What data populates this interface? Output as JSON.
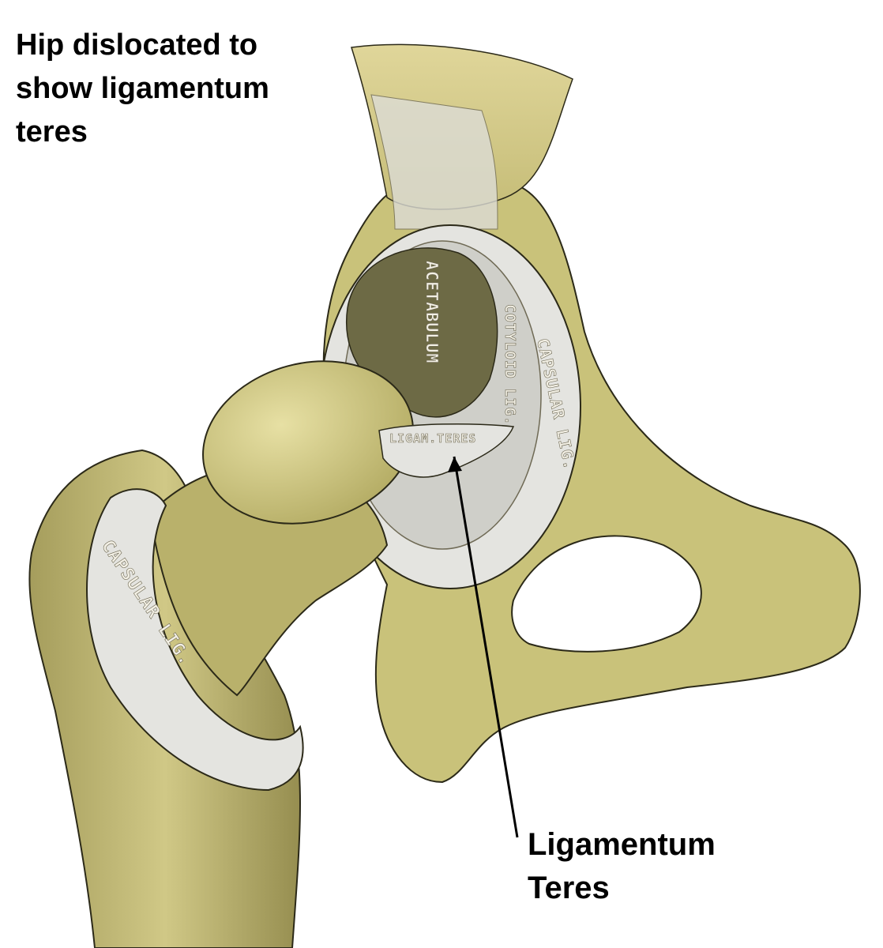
{
  "title": "Hip dislocated to\nshow ligamentum\nteres",
  "pointer_label": "Ligamentum\nTeres",
  "engraved_labels": {
    "acetabulum": "ACETABULUM",
    "cotyloid_lig": "COTYLOID LIG.",
    "capsular_lig_pelvis": "CAPSULAR LIG.",
    "ligam_teres": "LIGAM.TERES",
    "capsular_lig_femur": "CAPSULAR LIG."
  },
  "colors": {
    "bone": "#c9c27a",
    "bone_shadow": "#8c8550",
    "ligament": "#e4e4e0",
    "ligament_shadow": "#a9a9a3",
    "acetabulum_fossa": "#6d6a45",
    "outline": "#2b2918"
  }
}
